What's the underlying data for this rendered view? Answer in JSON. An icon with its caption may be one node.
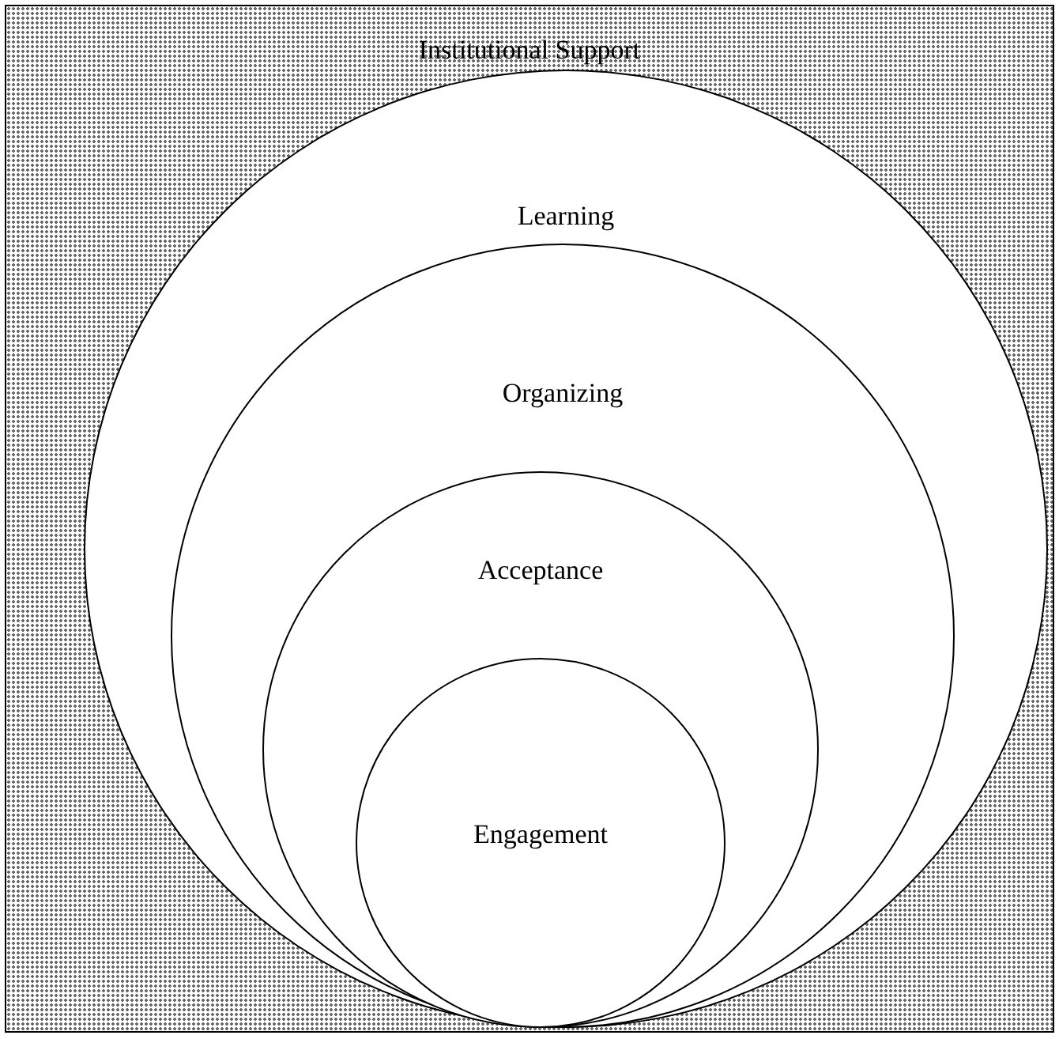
{
  "diagram": {
    "nodes": [
      {
        "text": [
          "Institutional Support"
        ]
      },
      {
        "text": [
          "Learning"
        ],
        "in": 0
      },
      {
        "text": [
          "Organizing"
        ],
        "in": 1
      },
      {
        "text": [
          "Acceptance"
        ],
        "in": 2
      },
      {
        "text": [
          "Engagement"
        ],
        "in": 3
      }
    ],
    "edges": []
  }
}
